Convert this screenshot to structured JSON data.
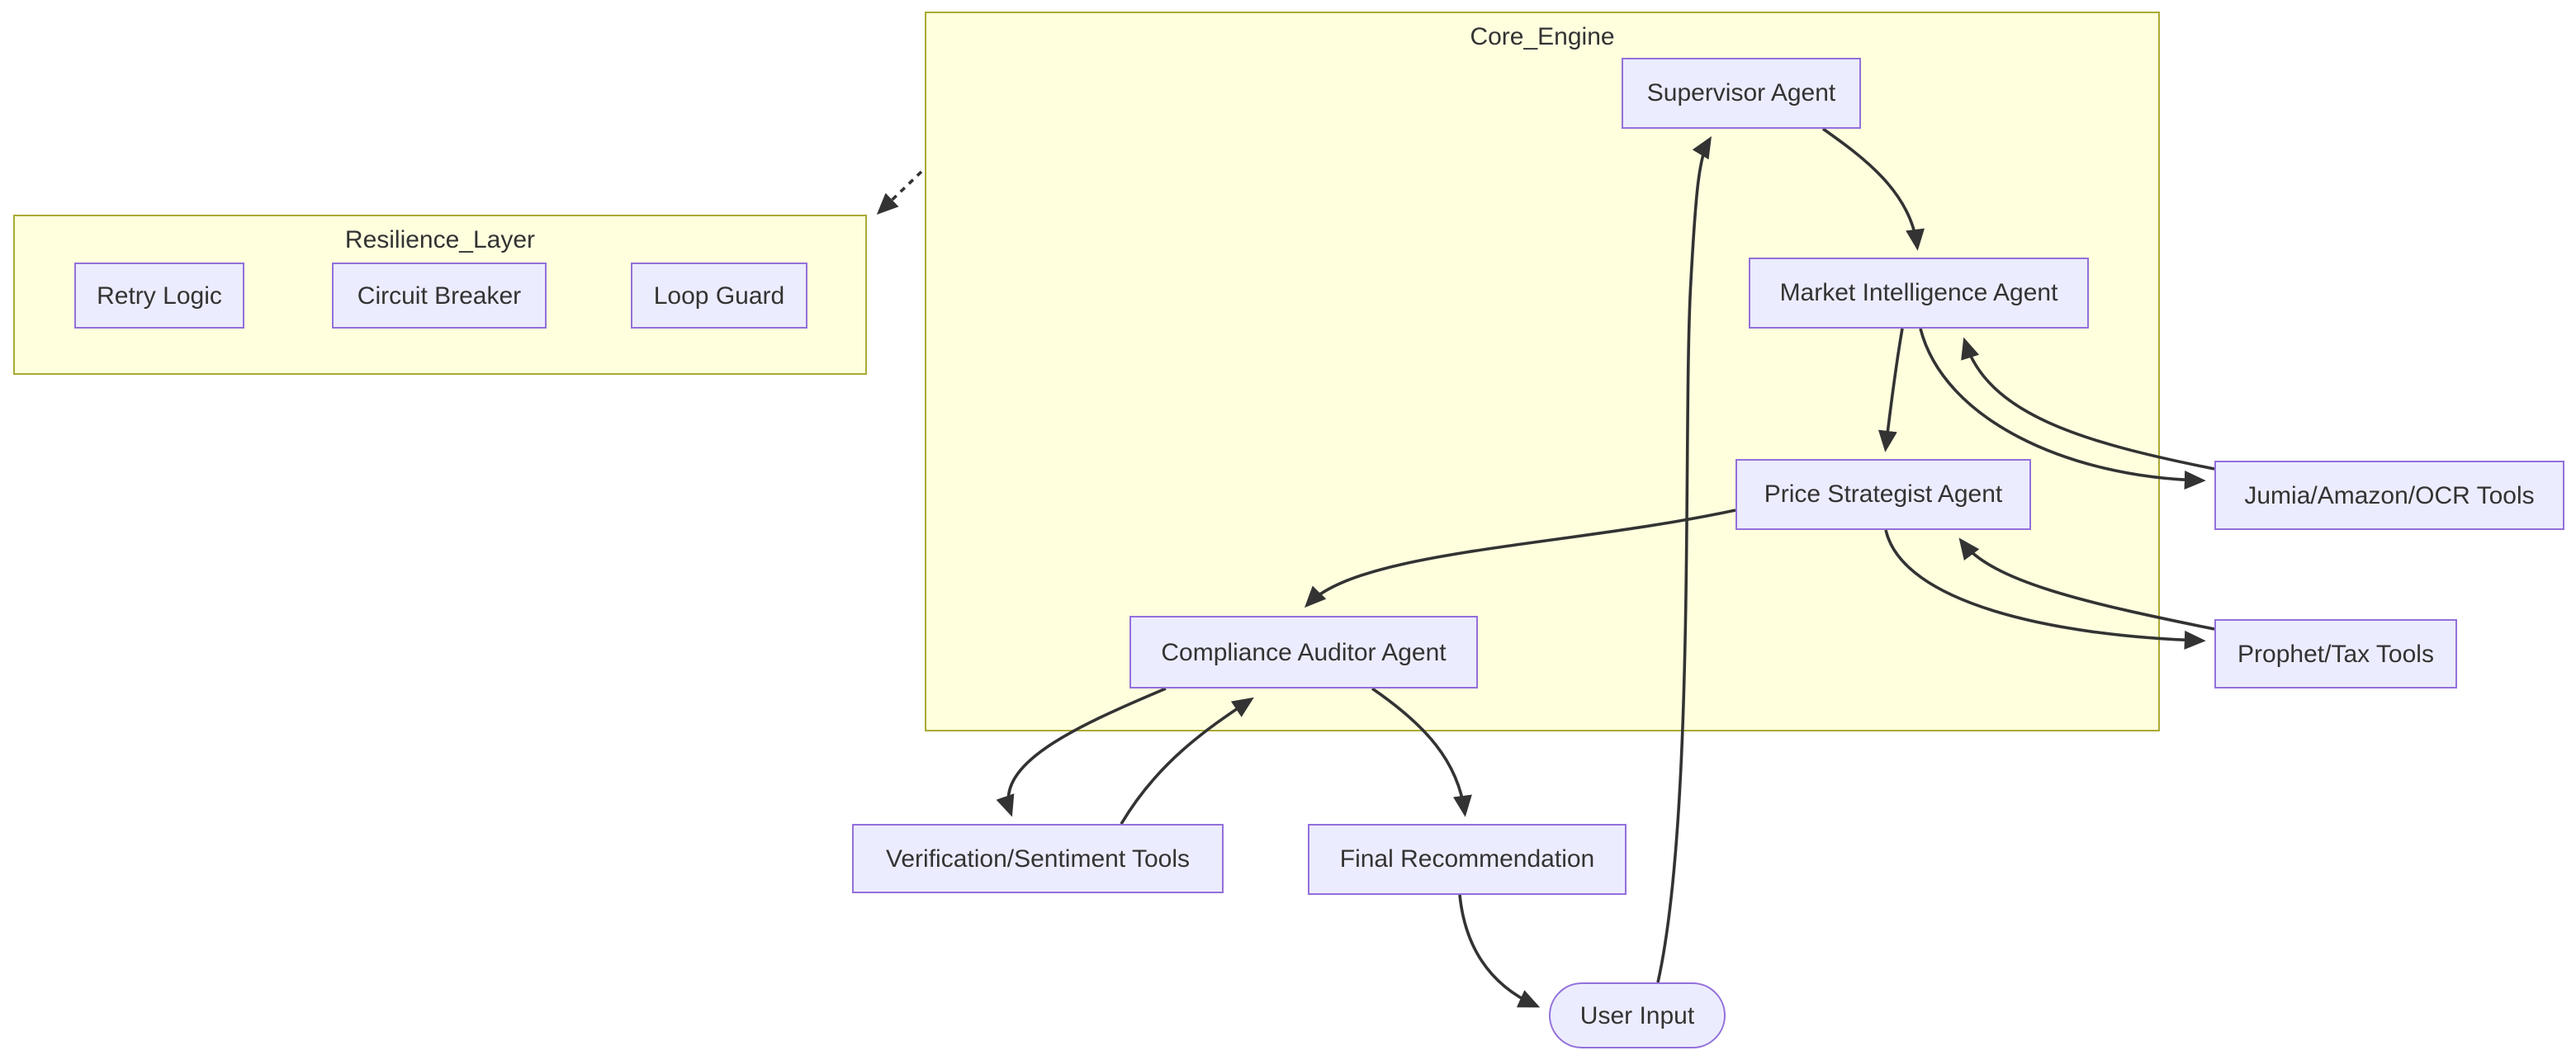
{
  "diagram": {
    "clusters": {
      "resilience": {
        "title": "Resilience_Layer"
      },
      "core": {
        "title": "Core_Engine"
      }
    },
    "nodes": {
      "retry_logic": {
        "label": "Retry Logic"
      },
      "circuit_breaker": {
        "label": "Circuit Breaker"
      },
      "loop_guard": {
        "label": "Loop Guard"
      },
      "supervisor": {
        "label": "Supervisor Agent"
      },
      "market_intelligence": {
        "label": "Market Intelligence Agent"
      },
      "price_strategist": {
        "label": "Price Strategist Agent"
      },
      "compliance_auditor": {
        "label": "Compliance Auditor Agent"
      },
      "jumia_amazon_ocr": {
        "label": "Jumia/Amazon/OCR Tools"
      },
      "prophet_tax": {
        "label": "Prophet/Tax Tools"
      },
      "verification_sentiment": {
        "label": "Verification/Sentiment Tools"
      },
      "final_recommendation": {
        "label": "Final Recommendation"
      },
      "user_input": {
        "label": "User Input"
      }
    },
    "colors": {
      "background": "#FFFFFF",
      "cluster_fill": "#FFFFDE",
      "cluster_border": "#AAAA33",
      "node_fill": "#ECECFF",
      "node_border": "#9370DB",
      "edge_color": "#333333",
      "text_color": "#333333"
    }
  }
}
